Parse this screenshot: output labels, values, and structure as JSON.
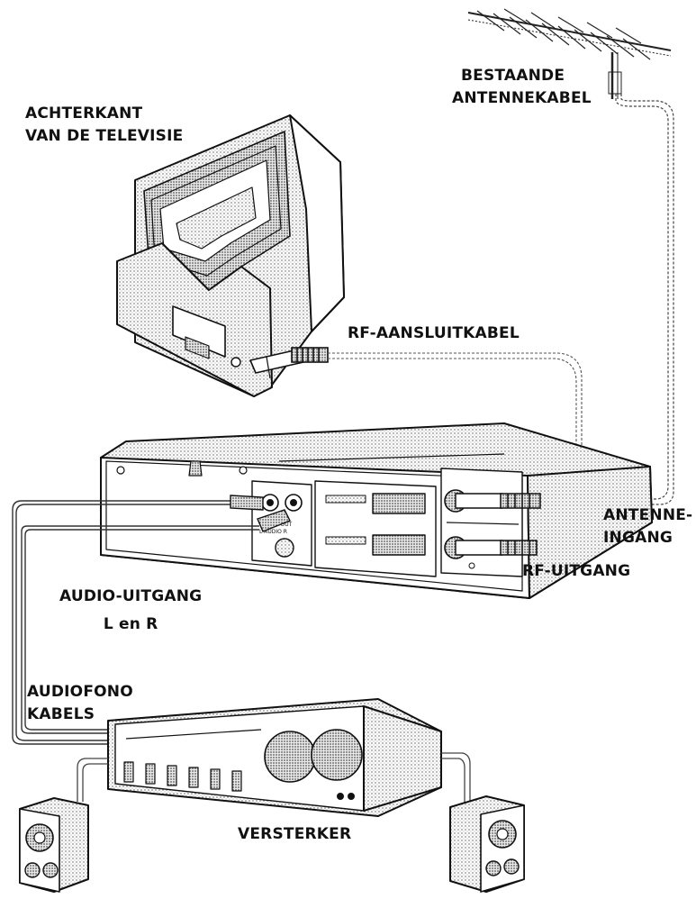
{
  "labels": {
    "antenna_cable": [
      "BESTAANDE",
      "ANTENNEKABEL"
    ],
    "tv_back": [
      "ACHTERKANT",
      "VAN DE TELEVISIE"
    ],
    "rf_cable": "RF-AANSLUITKABEL",
    "antenna_input": [
      "ANTENNE-",
      "INGANG"
    ],
    "rf_output": "RF-UITGANG",
    "audio_output": [
      "AUDIO-UITGANG",
      "L en R"
    ],
    "audio_cables": [
      "AUDIOFONO",
      "KABELS"
    ],
    "amplifier": "VERSTERKER"
  },
  "panel_text": {
    "audio_out": [
      "AUDIO OUT",
      "L  AUDIO  R"
    ]
  },
  "colors": {
    "ink": "#111111",
    "shade": "#b5b5b5",
    "cable": "#555555"
  }
}
